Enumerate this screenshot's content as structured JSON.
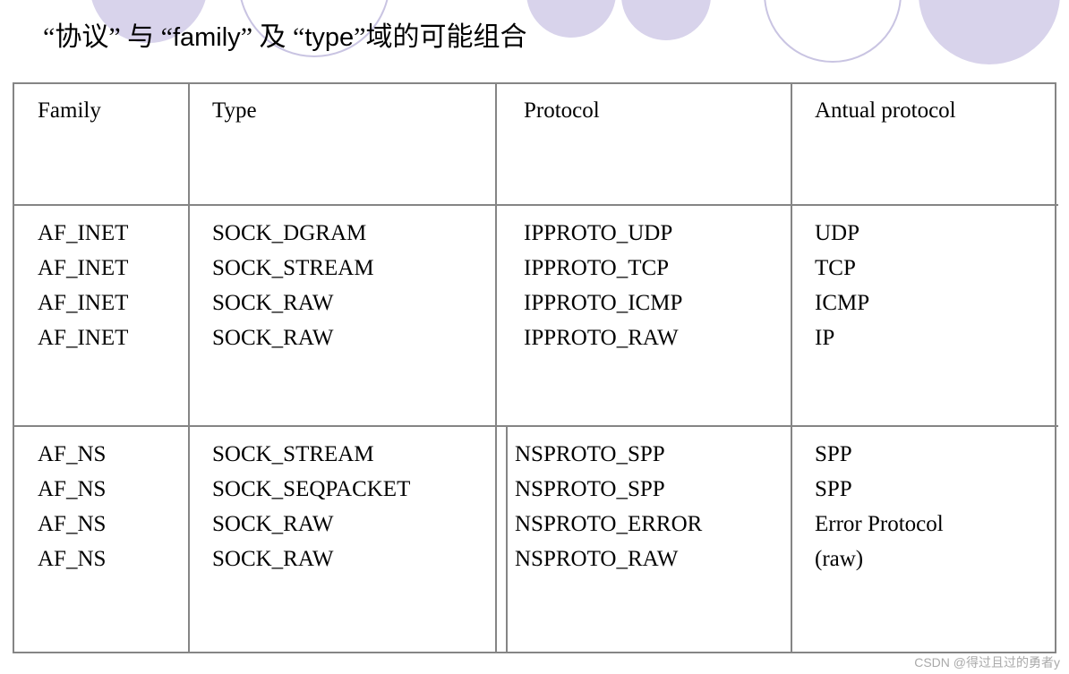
{
  "title": {
    "part1": "“协议” 与 “",
    "family": "family",
    "part2": "” 及 “",
    "type": "type",
    "part3": "”域的可能组合"
  },
  "table": {
    "headers": [
      "Family",
      "Type",
      "Protocol",
      "Antual protocol"
    ],
    "groups": [
      {
        "family": [
          "AF_INET",
          "AF_INET",
          "AF_INET",
          "AF_INET"
        ],
        "type": [
          "SOCK_DGRAM",
          "SOCK_STREAM",
          "SOCK_RAW",
          "SOCK_RAW"
        ],
        "protocol": [
          "IPPROTO_UDP",
          "IPPROTO_TCP",
          "IPPROTO_ICMP",
          "IPPROTO_RAW"
        ],
        "actual": [
          "UDP",
          "TCP",
          "ICMP",
          "IP"
        ]
      },
      {
        "family": [
          "AF_NS",
          "AF_NS",
          "AF_NS",
          "AF_NS"
        ],
        "type": [
          "SOCK_STREAM",
          "SOCK_SEQPACKET",
          "SOCK_RAW",
          "SOCK_RAW"
        ],
        "protocol": [
          "NSPROTO_SPP",
          "NSPROTO_SPP",
          "NSPROTO_ERROR",
          "NSPROTO_RAW"
        ],
        "actual": [
          "SPP",
          "SPP",
          "Error Protocol",
          "(raw)"
        ]
      }
    ]
  },
  "watermark": "CSDN @得过且过的勇者y",
  "colors": {
    "table_border": "#858585",
    "circle_fill": "#d8d3eb",
    "circle_stroke": "#c9c4e2",
    "text": "#000000",
    "watermark_text": "#a9a9a9"
  }
}
